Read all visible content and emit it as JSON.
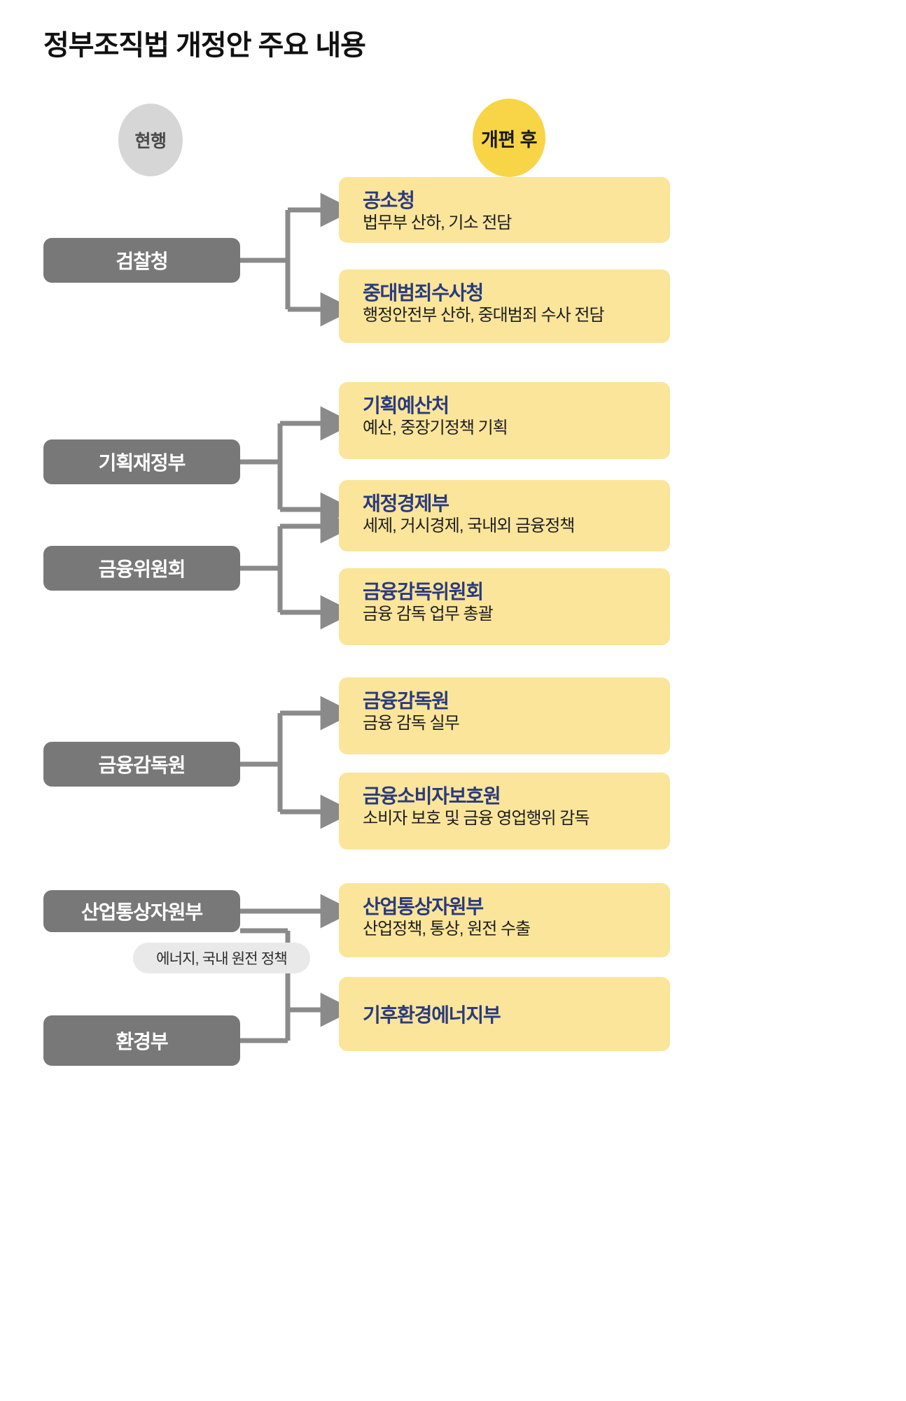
{
  "page": {
    "title": "정부조직법 개정안 주요 내용"
  },
  "legend": {
    "current_label": "현행",
    "after_label": "개편 후"
  },
  "colors": {
    "gray_box": "#787878",
    "yellow_box": "#fae59b",
    "yellow_badge": "#f8d447",
    "gray_badge": "#d6d6d6",
    "title_navy": "#2a3a7d",
    "connector_gray": "#8a8a8a"
  },
  "sections": [
    {
      "current": [
        {
          "label": "검찰청"
        }
      ],
      "after": [
        {
          "title": "공소청",
          "sub": "법무부 산하, 기소 전담"
        },
        {
          "title": "중대범죄수사청",
          "sub": "행정안전부 산하, 중대범죄 수사 전담"
        }
      ]
    },
    {
      "current": [
        {
          "label": "기획재정부"
        },
        {
          "label": "금융위원회"
        }
      ],
      "after": [
        {
          "title": "기획예산처",
          "sub": "예산, 중장기정책 기획"
        },
        {
          "title": "재정경제부",
          "sub": "세제, 거시경제, 국내외 금융정책"
        },
        {
          "title": "금융감독위원회",
          "sub": "금융 감독 업무 총괄"
        }
      ]
    },
    {
      "current": [
        {
          "label": "금융감독원"
        }
      ],
      "after": [
        {
          "title": "금융감독원",
          "sub": "금융 감독 실무"
        },
        {
          "title": "금융소비자보호원",
          "sub": "소비자 보호 및 금융 영업행위 감독"
        }
      ]
    },
    {
      "current": [
        {
          "label": "산업통상자원부"
        },
        {
          "label": "환경부"
        }
      ],
      "note": "에너지, 국내 원전 정책",
      "after": [
        {
          "title": "산업통상자원부",
          "sub": "산업정책, 통상,  원전 수출"
        },
        {
          "title": "기후환경에너지부",
          "sub": ""
        }
      ]
    }
  ]
}
